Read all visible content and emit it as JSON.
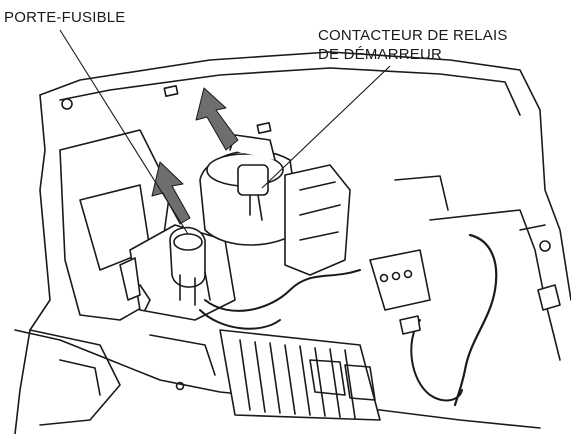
{
  "labels": {
    "fuse_holder": "PORTE-FUSIBLE",
    "relay_line1": "CONTACTEUR DE RELAIS",
    "relay_line2": "DE DÉMARREUR"
  },
  "colors": {
    "ink": "#1a1a1a",
    "shade": "#5a5a5a",
    "arrow": "#6e6e6e",
    "paper": "#ffffff"
  }
}
